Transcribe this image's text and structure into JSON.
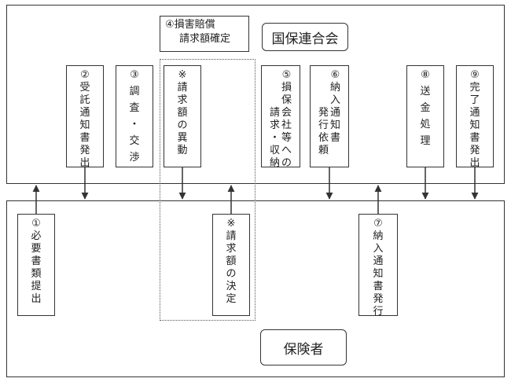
{
  "nodes": {
    "kokuho": "国保連合会",
    "hokensha": "保険者",
    "step4_line1": "④損害賠償",
    "step4_line2": "請求額確定",
    "step2": "②受託通知書発出",
    "step3": "③調査・交渉",
    "dispute": "※請求額の異動",
    "step5_col1": "⑤損保会社等への",
    "step5_col2": "請求・収納",
    "step6_col1": "⑥納入通知書",
    "step6_col2": "発行依頼",
    "step8": "⑧送金処理",
    "step9": "⑨完了通知書発出",
    "step1": "①必要書類提出",
    "decision": "※請求額の決定",
    "step7": "⑦納入通知書発行"
  }
}
